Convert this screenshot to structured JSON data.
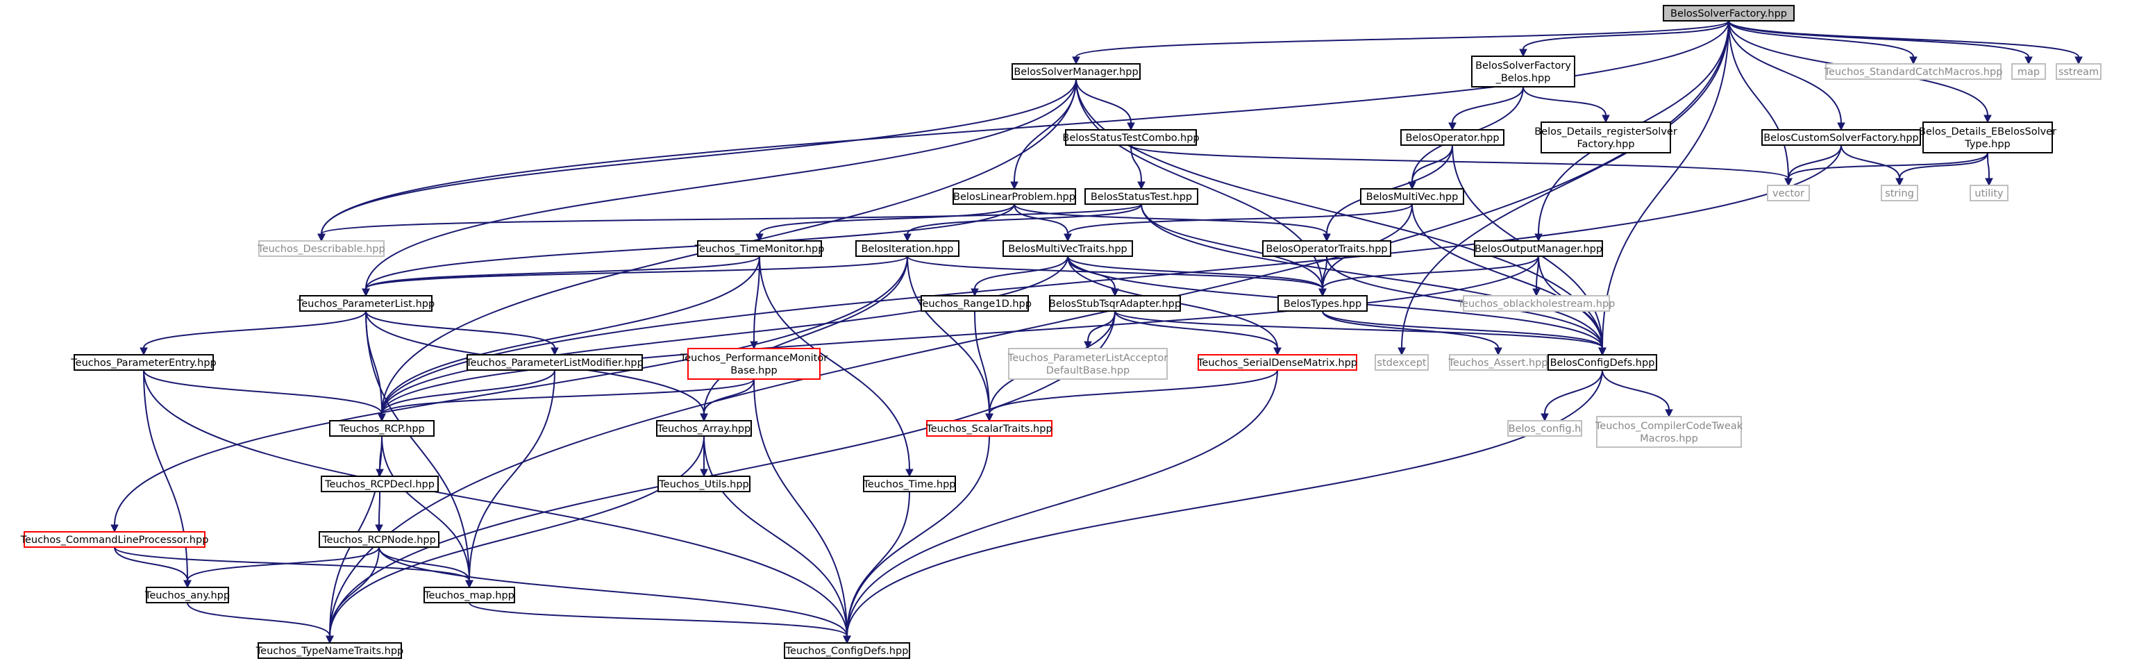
{
  "page": {
    "title": "BelosSolverFactory.hpp"
  },
  "colors": {
    "edge": "#191970",
    "root_fill": "#bfbfbf",
    "documented_border": "#000000",
    "external_border": "#bfbfbf",
    "truncated_border": "#ff0000",
    "external_text": "#888888"
  },
  "nodes": {
    "root": {
      "lines": [
        "BelosSolverFactory.hpp"
      ],
      "style": "root"
    },
    "mgr": {
      "lines": [
        "BelosSolverManager.hpp"
      ],
      "style": "normal"
    },
    "sfb": {
      "lines": [
        "BelosSolverFactory",
        "_Belos.hpp"
      ],
      "style": "normal"
    },
    "stdcatch": {
      "lines": [
        "Teuchos_StandardCatchMacros.hpp"
      ],
      "style": "gray"
    },
    "map": {
      "lines": [
        "map"
      ],
      "style": "gray"
    },
    "sstream": {
      "lines": [
        "sstream"
      ],
      "style": "gray"
    },
    "stc": {
      "lines": [
        "BelosStatusTestCombo.hpp"
      ],
      "style": "normal"
    },
    "op": {
      "lines": [
        "BelosOperator.hpp"
      ],
      "style": "normal"
    },
    "regsf": {
      "lines": [
        "Belos_Details_registerSolver",
        "Factory.hpp"
      ],
      "style": "normal"
    },
    "csf": {
      "lines": [
        "BelosCustomSolverFactory.hpp"
      ],
      "style": "normal"
    },
    "ebst": {
      "lines": [
        "Belos_Details_EBelosSolver",
        "Type.hpp"
      ],
      "style": "normal"
    },
    "vector": {
      "lines": [
        "vector"
      ],
      "style": "gray"
    },
    "string": {
      "lines": [
        "string"
      ],
      "style": "gray"
    },
    "utility": {
      "lines": [
        "utility"
      ],
      "style": "gray"
    },
    "lp": {
      "lines": [
        "BelosLinearProblem.hpp"
      ],
      "style": "normal"
    },
    "st": {
      "lines": [
        "BelosStatusTest.hpp"
      ],
      "style": "normal"
    },
    "mv": {
      "lines": [
        "BelosMultiVec.hpp"
      ],
      "style": "normal"
    },
    "desc": {
      "lines": [
        "Teuchos_Describable.hpp"
      ],
      "style": "gray"
    },
    "tmon": {
      "lines": [
        "Teuchos_TimeMonitor.hpp"
      ],
      "style": "normal"
    },
    "iter": {
      "lines": [
        "BelosIteration.hpp"
      ],
      "style": "normal"
    },
    "mvt": {
      "lines": [
        "BelosMultiVecTraits.hpp"
      ],
      "style": "normal"
    },
    "opt": {
      "lines": [
        "BelosOperatorTraits.hpp"
      ],
      "style": "normal"
    },
    "om": {
      "lines": [
        "BelosOutputManager.hpp"
      ],
      "style": "normal"
    },
    "pl": {
      "lines": [
        "Teuchos_ParameterList.hpp"
      ],
      "style": "normal"
    },
    "r1d": {
      "lines": [
        "Teuchos_Range1D.hpp"
      ],
      "style": "normal"
    },
    "tsqr": {
      "lines": [
        "BelosStubTsqrAdapter.hpp"
      ],
      "style": "normal"
    },
    "types": {
      "lines": [
        "BelosTypes.hpp"
      ],
      "style": "normal"
    },
    "oblack": {
      "lines": [
        "Teuchos_oblackholestream.hpp"
      ],
      "style": "gray"
    },
    "pe": {
      "lines": [
        "Teuchos_ParameterEntry.hpp"
      ],
      "style": "normal"
    },
    "plm": {
      "lines": [
        "Teuchos_ParameterListModifier.hpp"
      ],
      "style": "normal"
    },
    "pmb": {
      "lines": [
        "Teuchos_PerformanceMonitor",
        "Base.hpp"
      ],
      "style": "red"
    },
    "plab": {
      "lines": [
        "Teuchos_ParameterListAcceptor",
        "DefaultBase.hpp"
      ],
      "style": "gray"
    },
    "sdm": {
      "lines": [
        "Teuchos_SerialDenseMatrix.hpp"
      ],
      "style": "red"
    },
    "stdexcept": {
      "lines": [
        "stdexcept"
      ],
      "style": "gray"
    },
    "assert": {
      "lines": [
        "Teuchos_Assert.hpp"
      ],
      "style": "gray"
    },
    "cfg": {
      "lines": [
        "BelosConfigDefs.hpp"
      ],
      "style": "normal"
    },
    "rcp": {
      "lines": [
        "Teuchos_RCP.hpp"
      ],
      "style": "normal"
    },
    "array": {
      "lines": [
        "Teuchos_Array.hpp"
      ],
      "style": "normal"
    },
    "scalar": {
      "lines": [
        "Teuchos_ScalarTraits.hpp"
      ],
      "style": "red"
    },
    "bconfig": {
      "lines": [
        "Belos_config.h"
      ],
      "style": "gray"
    },
    "cct": {
      "lines": [
        "Teuchos_CompilerCodeTweak",
        "Macros.hpp"
      ],
      "style": "gray"
    },
    "rcpdecl": {
      "lines": [
        "Teuchos_RCPDecl.hpp"
      ],
      "style": "normal"
    },
    "utils": {
      "lines": [
        "Teuchos_Utils.hpp"
      ],
      "style": "normal"
    },
    "time": {
      "lines": [
        "Teuchos_Time.hpp"
      ],
      "style": "normal"
    },
    "rcpnode": {
      "lines": [
        "Teuchos_RCPNode.hpp"
      ],
      "style": "normal"
    },
    "clp": {
      "lines": [
        "Teuchos_CommandLineProcessor.hpp"
      ],
      "style": "red"
    },
    "any": {
      "lines": [
        "Teuchos_any.hpp"
      ],
      "style": "normal"
    },
    "tmap": {
      "lines": [
        "Teuchos_map.hpp"
      ],
      "style": "normal"
    },
    "tnt": {
      "lines": [
        "Teuchos_TypeNameTraits.hpp"
      ],
      "style": "normal"
    },
    "tcfg": {
      "lines": [
        "Teuchos_ConfigDefs.hpp"
      ],
      "style": "normal"
    }
  }
}
